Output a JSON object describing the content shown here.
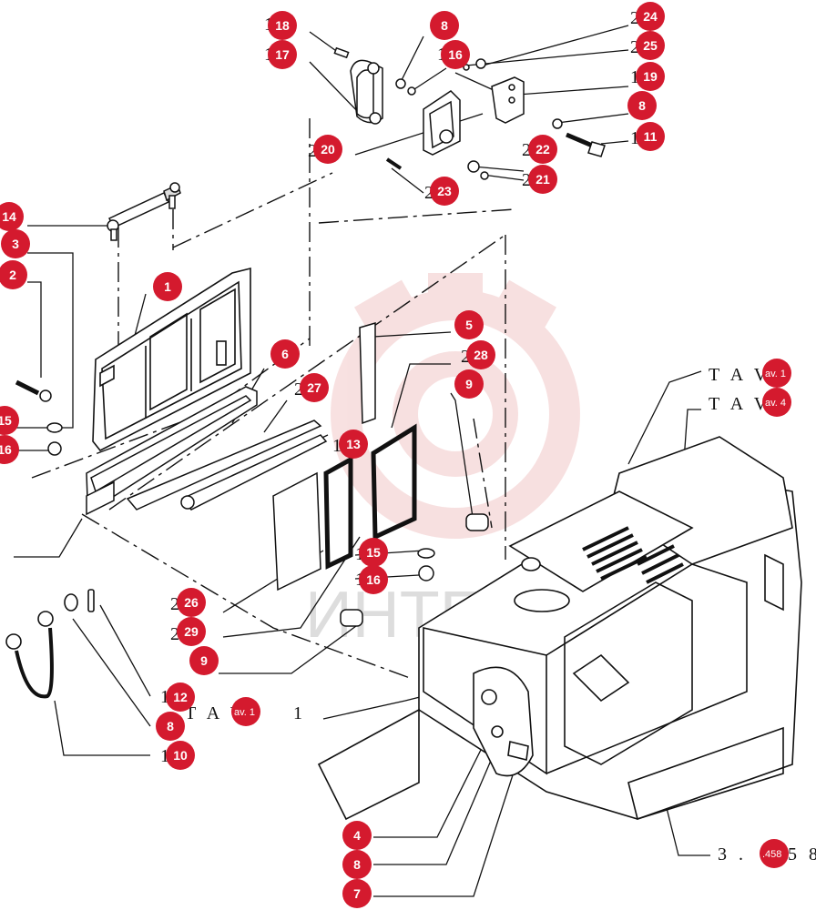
{
  "watermark": {
    "text": "ИНТЕХ",
    "color": "#f2c8c8"
  },
  "accent": "#d41a2e",
  "references": [
    {
      "id": "ref-tav-1",
      "text": "T A V",
      "badge": "av. 1"
    },
    {
      "id": "ref-tav-4",
      "text": "T A V",
      "badge": "av. 4"
    },
    {
      "id": "ref-tav-bottom",
      "text": "T A V",
      "badge": "av. 1",
      "suffix": "1"
    },
    {
      "id": "ref-page",
      "text": "3 .",
      "badge": ".458",
      "suffix": "5 8"
    }
  ],
  "callouts": {
    "c18": "18",
    "c17": "17",
    "c8a": "8",
    "c16a": "16",
    "c24": "24",
    "c25": "25",
    "c19": "19",
    "c8b": "8",
    "c11": "11",
    "c20": "20",
    "c22": "22",
    "c21": "21",
    "c23": "23",
    "c14": "14",
    "c3": "3",
    "c2": "2",
    "c1": "1",
    "c15a": "15",
    "c16b": "16",
    "c6": "6",
    "c27": "27",
    "c5": "5",
    "c28": "28",
    "c9a": "9",
    "c13": "13",
    "c15b": "15",
    "c16c": "16",
    "c26": "26",
    "c29": "29",
    "c9b": "9",
    "c12": "12",
    "c8c": "8",
    "c10": "10",
    "c4": "4",
    "c8d": "8",
    "c7": "7"
  },
  "ghost_digits": {
    "g18": "1",
    "g17": "1",
    "g16": "1",
    "g24": "2",
    "g25": "2",
    "g19": "1",
    "g11": "1",
    "g20": "2",
    "g22": "2",
    "g21": "2",
    "g23": "2",
    "g27": "2",
    "g28": "2",
    "g13": "1",
    "g15": "1",
    "g16c": "1",
    "g26": "2",
    "g29": "2",
    "g12": "1",
    "g10": "1"
  }
}
